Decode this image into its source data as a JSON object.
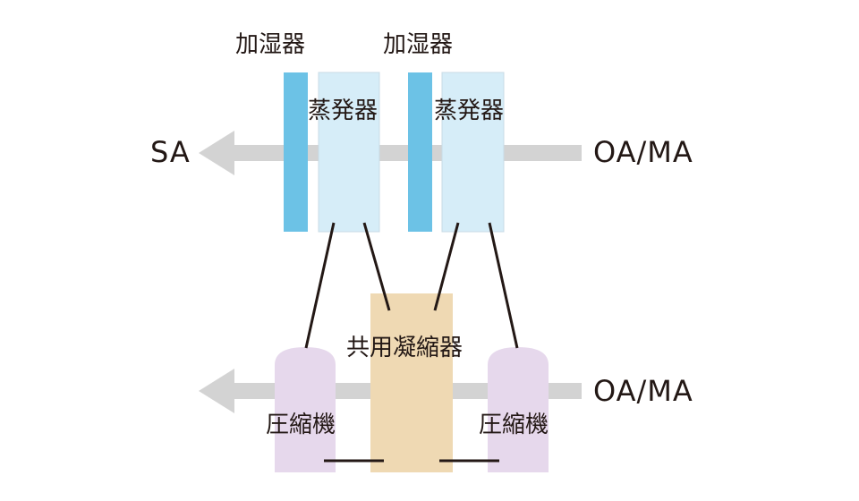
{
  "humidifier_left_label": "加湿器",
  "humidifier_right_label": "加湿器",
  "evaporator_left_label": "蒸発器",
  "evaporator_right_label": "蒸発器",
  "supply_air_label": "SA",
  "upper_inlet_label": "OA/MA",
  "lower_inlet_label": "OA/MA",
  "shared_condenser_label": "共用凝縮器",
  "compressor_left_label": "圧縮機",
  "compressor_right_label": "圧縮機",
  "colors": {
    "humidifier": "#6cc2e6",
    "evaporator": "#d6edf8",
    "evaporator_border": "#c8dbe6",
    "air_arrow": "#d3d3d3",
    "condenser": "#efd9b3",
    "compressor": "#e6d8ec",
    "pipe": "#231815"
  }
}
